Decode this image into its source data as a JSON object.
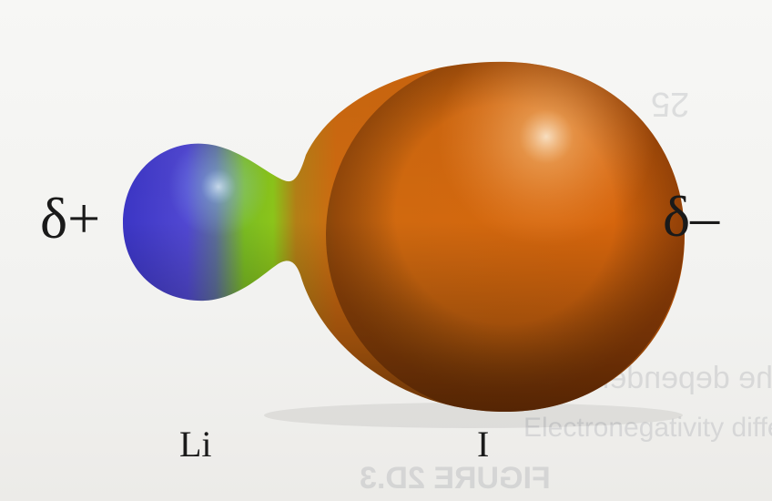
{
  "image": {
    "subject": "polar bond electron density model",
    "background_color": "#f2f2f0",
    "colors": {
      "lithium_end": "#4a3fd0",
      "neck": "#7fc21e",
      "iodine_end": "#d9620c",
      "text": "#1a1a1a"
    }
  },
  "labels": {
    "partial_positive": "δ+",
    "partial_negative": "δ–",
    "atom_left": "Li",
    "atom_right": "I"
  },
  "show_through": {
    "caption": "The dependence of the",
    "axis_label": "Electronegativity difference, Δχ",
    "figure_label": "FIGURE 2D.3",
    "tick_25": "25"
  }
}
